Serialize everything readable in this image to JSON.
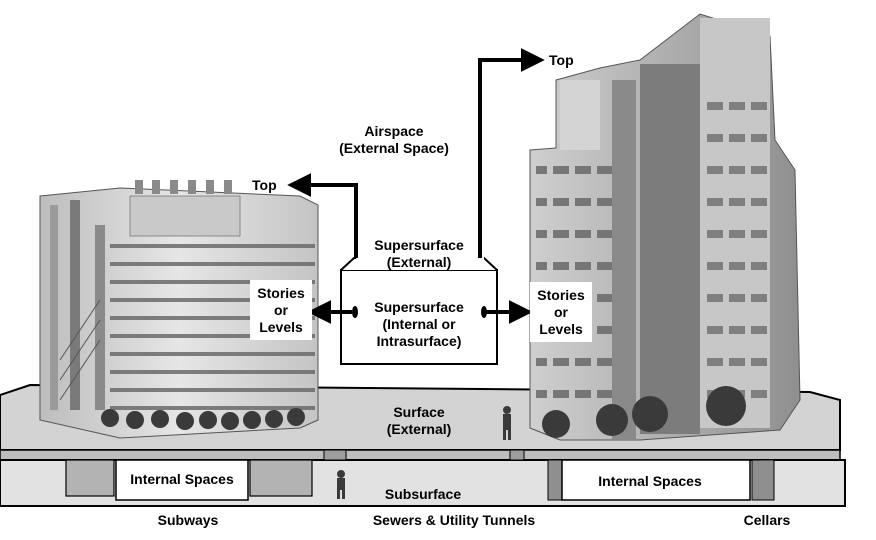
{
  "labels": {
    "airspace_line1": "Airspace",
    "airspace_line2": "(External Space)",
    "top_right": "Top",
    "top_left": "Top",
    "supersurface_ext_line1": "Supersurface",
    "supersurface_ext_line2": "(External)",
    "supersurface_int_line1": "Supersurface",
    "supersurface_int_line2": "(Internal or",
    "supersurface_int_line3": "Intrasurface)",
    "stories_left_line1": "Stories",
    "stories_left_line2": "or",
    "stories_left_line3": "Levels",
    "stories_right_line1": "Stories",
    "stories_right_line2": "or",
    "stories_right_line3": "Levels",
    "surface_line1": "Surface",
    "surface_line2": "(External)",
    "internal_spaces_left": "Internal Spaces",
    "internal_spaces_right": "Internal Spaces",
    "subsurface": "Subsurface",
    "subways": "Subways",
    "sewers": "Sewers & Utility Tunnels",
    "cellars": "Cellars"
  },
  "colors": {
    "ground": "#cfcfcf",
    "ground_dark": "#8e8e8e",
    "building_light": "#d9d9d9",
    "building_mid": "#a8a8a8",
    "building_dark": "#5a5a5a",
    "tree": "#3c3c3c",
    "stroke": "#000000"
  }
}
